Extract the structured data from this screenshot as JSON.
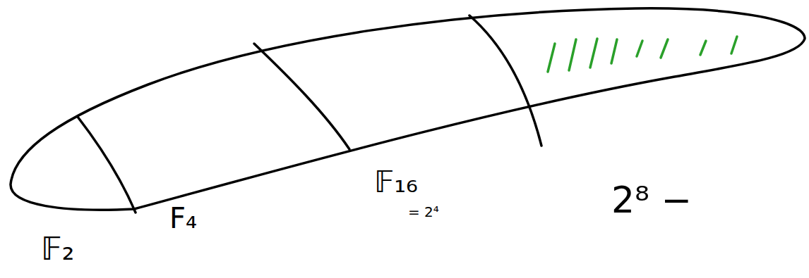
{
  "diagram": {
    "labels": [
      "𝔽₂",
      "F₄",
      "𝔽₁₆",
      "= 2⁴",
      "2⁸ −"
    ]
  }
}
